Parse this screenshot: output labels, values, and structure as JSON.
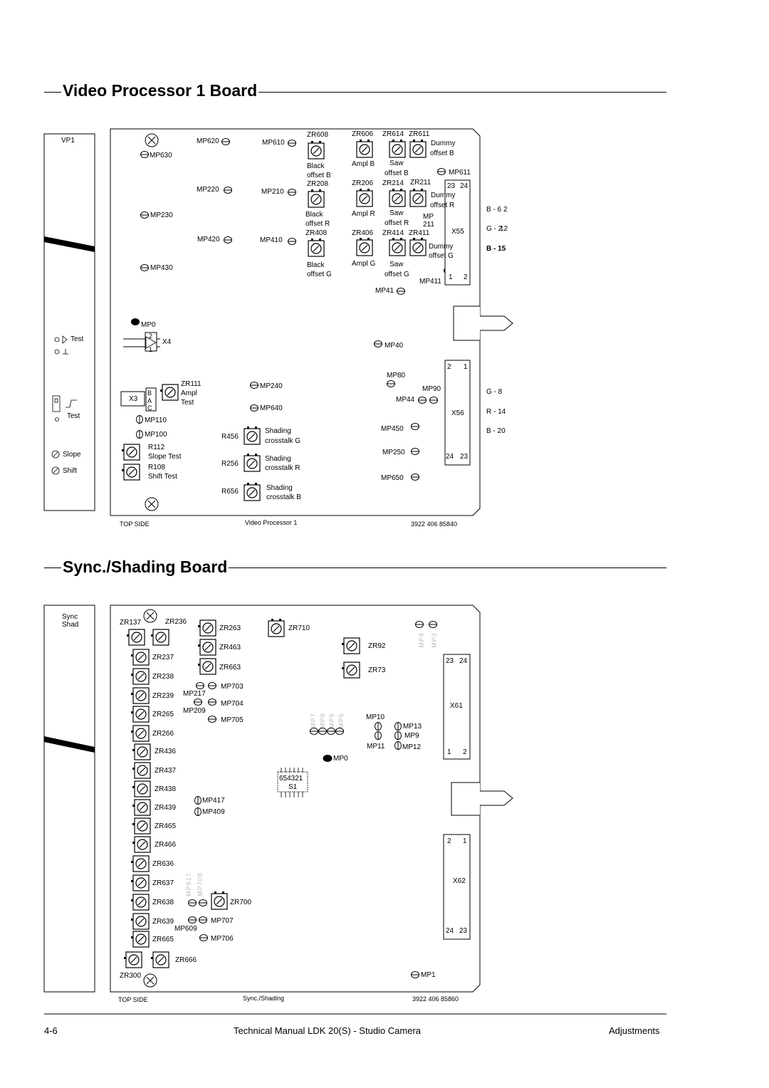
{
  "section1": {
    "title": "Video Processor 1 Board",
    "panel": {
      "label": "VP1",
      "test_label": "Test",
      "test2_label": "Test",
      "slope_label": "Slope",
      "shift_label": "Shift"
    },
    "board": {
      "top_side": "TOP SIDE",
      "board_name": "Video Processor 1",
      "part_number": "3922 406 85840",
      "labels": {
        "mp620": "MP620",
        "mp610": "MP610",
        "mp630": "MP630",
        "mp220": "MP220",
        "mp210": "MP210",
        "mp230": "MP230",
        "mp420": "MP420",
        "mp410": "MP410",
        "mp430": "MP430",
        "zr608": "ZR608",
        "zr606": "ZR606",
        "zr614": "ZR614",
        "zr611": "ZR611",
        "black_b": "Black",
        "offset_b1": "offset B",
        "ampl_b": "Ampl B",
        "saw_b": "Saw",
        "offset_b2": "offset B",
        "dummy_b": "Dummy",
        "dummy_b2": "offset B",
        "mp611": "MP611",
        "zr208": "ZR208",
        "zr206": "ZR206",
        "zr214": "ZR214",
        "zr211": "ZR211",
        "black_r": "Black",
        "offset_r1": "offset R",
        "ampl_r": "Ampl R",
        "saw_r": "Saw",
        "offset_r2": "offset R",
        "dummy_r": "Dummy",
        "dummy_r2": "offset R",
        "mp211a": "MP",
        "mp211b": "211",
        "zr408": "ZR408",
        "zr406": "ZR406",
        "zr414": "ZR414",
        "zr411": "ZR411",
        "black_g": "Black",
        "offset_g1": "offset G",
        "ampl_g": "Ampl G",
        "saw_g": "Saw",
        "offset_g2": "offset G",
        "dummy_g": "Dummy",
        "dummy_g2": "offset G",
        "mp411": "MP411",
        "mp41": "MP41",
        "x55": "X55",
        "x55_23": "23",
        "x55_24": "24",
        "x55_1": "1",
        "x55_2": "2",
        "b6": "B - 6",
        "g2": "G - 2",
        "b15": "B - 15",
        "d2": "2",
        "d12": "12",
        "mp0": "MP0",
        "x4": "X4",
        "x4_2": "2",
        "x4_1": "1",
        "mp40": "MP40",
        "zr111": "ZR111",
        "ampl": "Ampl",
        "test": "Test",
        "x3": "X3",
        "pin_b": "B",
        "pin_a": "A",
        "pin_c": "C",
        "mp110": "MP110",
        "mp100": "MP100",
        "r112": "R112",
        "slope_test": "Slope Test",
        "r108": "R108",
        "shift_test": "Shift Test",
        "mp240": "MP240",
        "mp640": "MP640",
        "r456": "R456",
        "shading1": "Shading",
        "crosstalk_g": "crosstalk G",
        "r256": "R256",
        "shading2": "Shading",
        "crosstalk_r": "crosstalk R",
        "r656": "R656",
        "shading3": "Shading",
        "crosstalk_b": "crosstalk B",
        "mp80": "MP80",
        "mp90": "MP90",
        "mp44": "MP44",
        "mp450": "MP450",
        "mp250": "MP250",
        "mp650": "MP650",
        "x56": "X56",
        "x56_2": "2",
        "x56_1": "1",
        "x56_24": "24",
        "x56_23": "23",
        "g8": "G - 8",
        "r14": "R - 14",
        "b20": "B - 20"
      }
    }
  },
  "section2": {
    "title": "Sync./Shading Board",
    "panel": {
      "label_line1": "Sync",
      "label_line2": "Shad"
    },
    "board": {
      "top_side": "TOP SIDE",
      "board_name": "Sync./Shading",
      "part_number": "3922 406 85860",
      "labels": {
        "zr137": "ZR137",
        "zr236": "ZR236",
        "zr263": "ZR263",
        "zr463": "ZR463",
        "zr663": "ZR663",
        "zr710": "ZR710",
        "zr92": "ZR92",
        "zr73": "ZR73",
        "zr237": "ZR237",
        "zr238": "ZR238",
        "zr239": "ZR239",
        "zr265": "ZR265",
        "zr266": "ZR266",
        "zr436": "ZR436",
        "zr437": "ZR437",
        "zr438": "ZR438",
        "zr439": "ZR439",
        "zr465": "ZR465",
        "zr466": "ZR466",
        "zr636": "ZR636",
        "zr637": "ZR637",
        "zr638": "ZR638",
        "zr639": "ZR639",
        "zr665": "ZR665",
        "zr666": "ZR666",
        "zr300": "ZR300",
        "zr700": "ZR700",
        "mp703": "MP703",
        "mp217": "MP217",
        "mp704": "MP704",
        "mp209": "MP209",
        "mp705": "MP705",
        "mp417": "MP417",
        "mp409": "MP409",
        "mp707": "MP707",
        "mp609": "MP609",
        "mp706": "MP706",
        "mp617": "MP617",
        "mp708": "MP708",
        "mp7": "MP7",
        "mp8": "MP8",
        "mp5": "MP5",
        "mp6": "MP6",
        "mp4": "MP4",
        "mp3": "MP3",
        "mp10": "MP10",
        "mp13": "MP13",
        "mp9": "MP9",
        "mp11": "MP11",
        "mp12": "MP12",
        "mp0": "MP0",
        "mp1": "MP1",
        "s1": "S1",
        "s1_digits": "654321",
        "x61": "X61",
        "x61_23": "23",
        "x61_24": "24",
        "x61_1": "1",
        "x61_2": "2",
        "x62": "X62",
        "x62_2": "2",
        "x62_1": "1",
        "x62_24": "24",
        "x62_23": "23"
      }
    }
  },
  "footer": {
    "page": "4-6",
    "manual": "Technical Manual LDK 20(S) - Studio Camera",
    "chapter": "Adjustments"
  }
}
